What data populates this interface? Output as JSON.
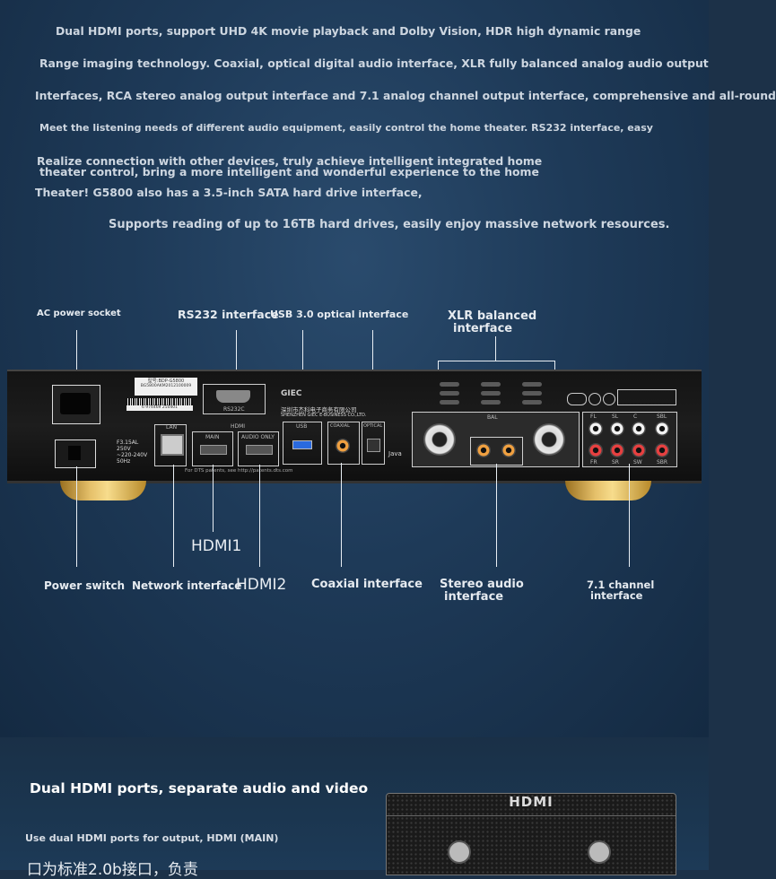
{
  "intro": {
    "line1": "Dual HDMI ports, support UHD 4K movie playback and Dolby Vision, HDR high dynamic range",
    "line2": "Range imaging technology. Coaxial, optical digital audio interface, XLR fully balanced analog audio output",
    "line3": "Interfaces, RCA stereo analog output interface and 7.1 analog channel output interface, comprehensive and all-round",
    "line4": "Meet the listening needs of different audio equipment, easily control the home theater. RS232 interface, easy",
    "line5": "Realize connection with other devices, truly achieve intelligent integrated home",
    "line6": "theater control, bring a more intelligent and wonderful experience to the home",
    "line7": "Theater! G5800 also has a 3.5-inch SATA hard drive interface,",
    "line8": "Supports reading of up to 16TB hard drives, easily enjoy massive network resources."
  },
  "callouts_top": {
    "ac_power": "AC power socket",
    "rs232": "RS232 interface",
    "usb_optical": "USB 3.0 optical interface",
    "xlr_line1": "XLR balanced",
    "xlr_line2": "interface"
  },
  "callouts_bottom": {
    "hdmi1": "HDMI1",
    "hdmi2": "HDMI2",
    "power_switch": "Power switch",
    "network": "Network interface",
    "coaxial": "Coaxial interface",
    "stereo_line1": "Stereo audio",
    "stereo_line2": "interface",
    "ch71_line1": "7.1 channel",
    "ch71_line2": "interface"
  },
  "device": {
    "model_sticker": "型号:BDP-G5800",
    "serial": "BG5800AKM2012100009",
    "barcode_digits": "6 974469 250401",
    "brand": "GIEC",
    "company_cn": "深圳市杰科电子商务有限公司",
    "company_en": "SHENZHEN GIEC E-BUSINESS CO.,LTD.",
    "rs232_label": "RS232C",
    "lan_label": "LAN",
    "hdmi_label": "HDMI",
    "hdmi_main": "MAIN",
    "hdmi_audio_only": "AUDIO ONLY",
    "usb_label": "USB",
    "coaxial_label": "COAXIAL",
    "optical_label": "OPTICAL",
    "power_rating": "F3.15AL 250V ~220-240V 50Hz",
    "dts_note": "For DTS patents, see http://patents.dts.com",
    "java_label": "Java",
    "bal_label": "BAL",
    "ch_labels_top": [
      "FL",
      "SL",
      "C",
      "SBL"
    ],
    "ch_labels_bottom": [
      "FR",
      "SR",
      "SW",
      "SBR"
    ]
  },
  "section2": {
    "title": "Dual HDMI ports, separate audio and video",
    "subtitle": "Use dual HDMI ports for output, HDMI (MAIN)",
    "cn_text": "口为标准2.0b接口，负责",
    "panel_logo": "HDMI"
  }
}
